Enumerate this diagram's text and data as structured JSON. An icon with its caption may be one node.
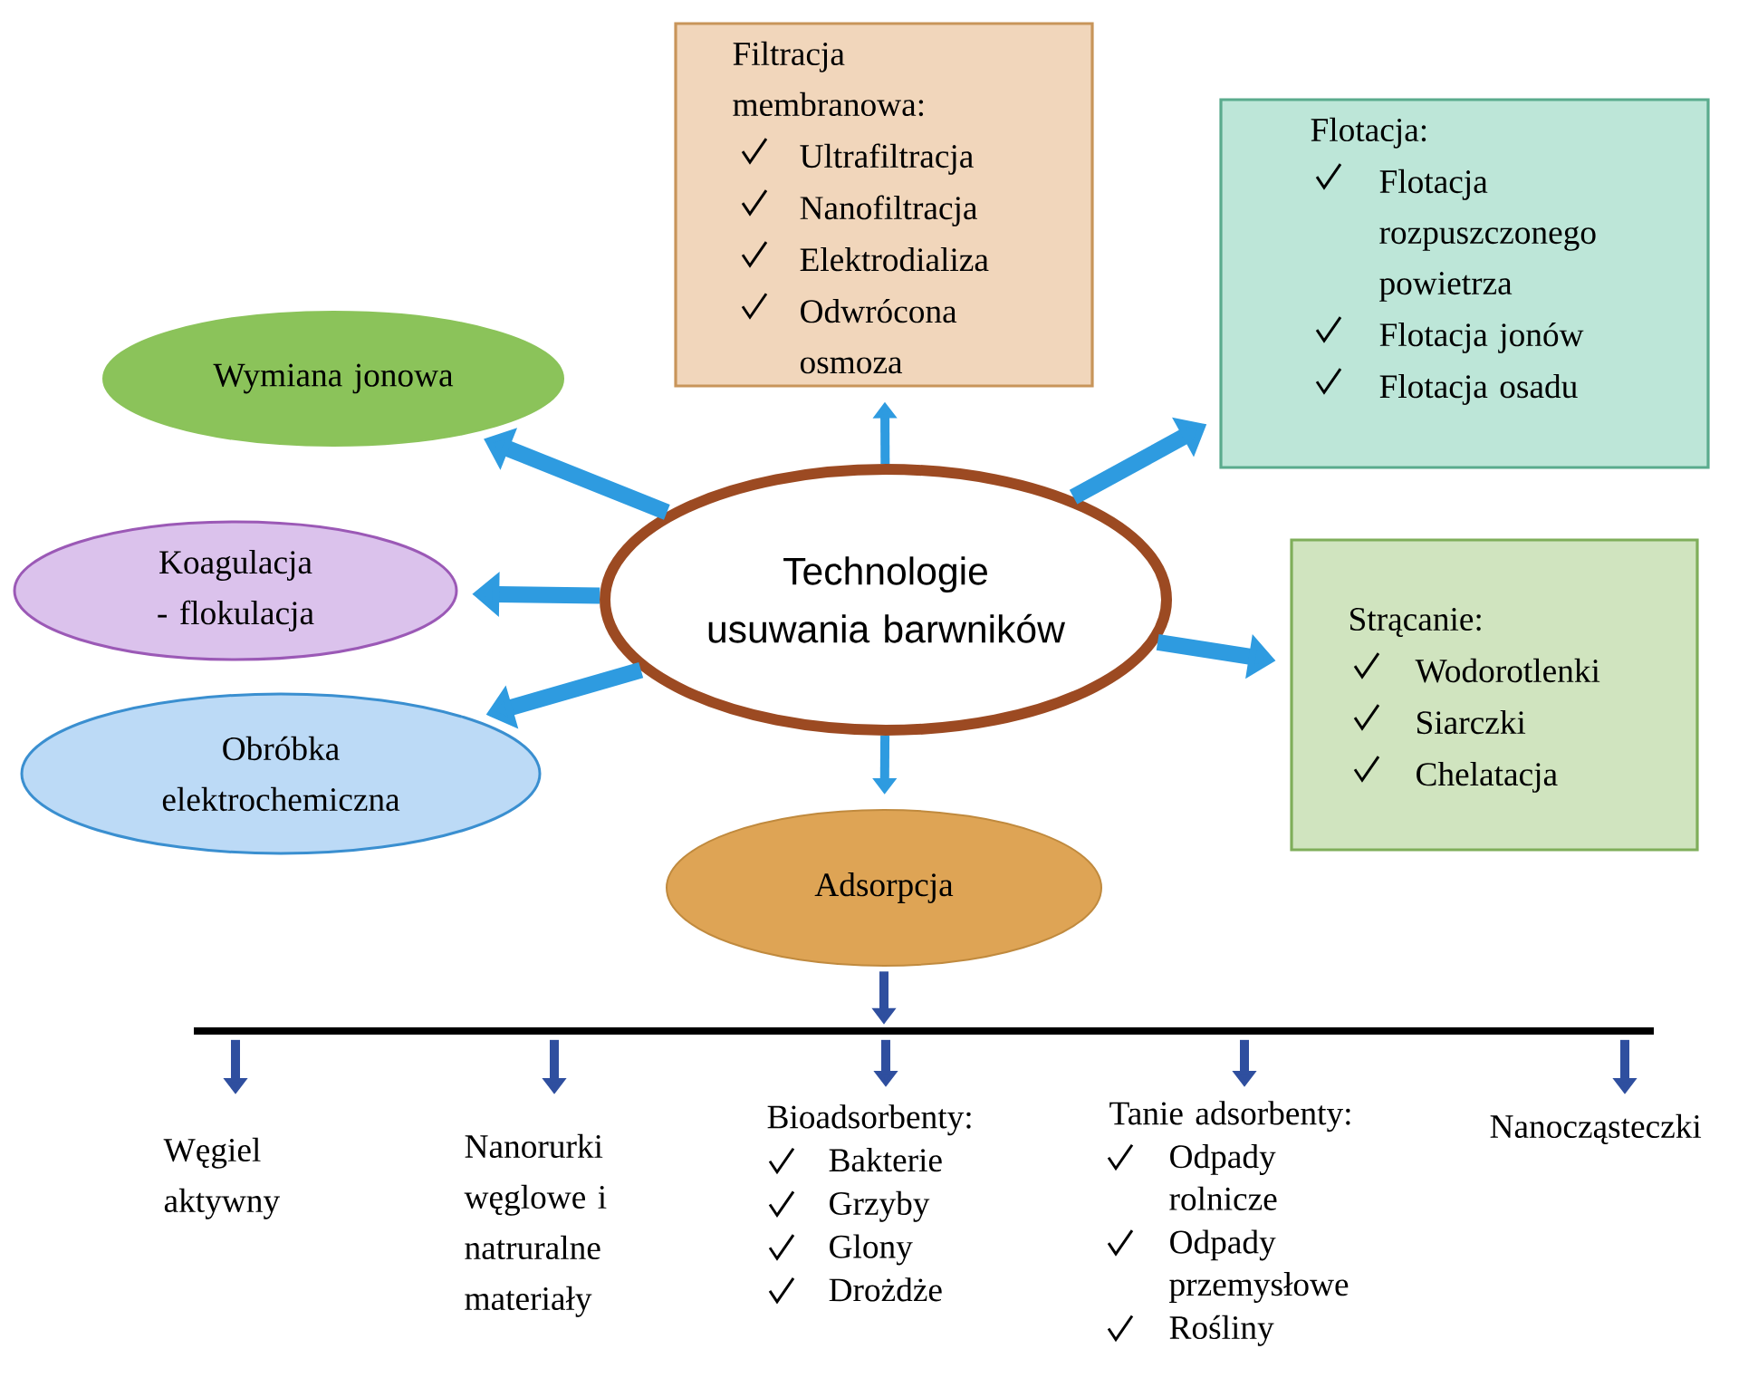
{
  "diagram": {
    "nodes": [
      {
        "text": [
          "Technologie usuwania barwników"
        ]
      },
      {
        "text": [
          "Filtracja membranowa:",
          "Ultrafiltracja",
          "Nanofiltracja",
          "Elektrodializa",
          "Odwrócona osmoza"
        ]
      },
      {
        "text": [
          "Flotacja:",
          "Flotacja rozpuszczonego powietrza",
          "Flotacja jonów",
          "Flotacja osadu"
        ]
      },
      {
        "text": [
          "Wymiana jonowa"
        ]
      },
      {
        "text": [
          "Koagulacja - flokulacja"
        ]
      },
      {
        "text": [
          "Strącanie:",
          "Wodorotlenki",
          "Siarczki",
          "Chelatacja"
        ]
      },
      {
        "text": [
          "Obróbka elektrochemiczna"
        ]
      },
      {
        "text": [
          "Adsorpcja"
        ]
      },
      {
        "text": [],
        "shape": "bar"
      },
      {
        "text": [
          "Węgiel aktywny"
        ]
      },
      {
        "text": [
          "Nanorurki węglowe i natruralne materiały"
        ]
      },
      {
        "text": [
          "Bioadsorbenty:",
          "Bakterie",
          "Grzyby",
          "Glony",
          "Drożdże"
        ]
      },
      {
        "text": [
          "Tanie adsorbenty:",
          "Odpady rolnicze",
          "Odpady przemysłowe",
          "Rośliny"
        ]
      },
      {
        "text": [
          "Nanocząsteczki"
        ]
      }
    ],
    "edges": [
      {
        "from": 0,
        "to": 1,
        "arrow": "to"
      },
      {
        "from": 0,
        "to": 2,
        "arrow": "to",
        "style": "thick"
      },
      {
        "from": 0,
        "to": 3,
        "arrow": "to",
        "style": "thick"
      },
      {
        "from": 0,
        "to": 4,
        "arrow": "to",
        "style": "thick"
      },
      {
        "from": 0,
        "to": 5,
        "arrow": "to",
        "style": "thick"
      },
      {
        "from": 0,
        "to": 6,
        "arrow": "to",
        "style": "thick"
      },
      {
        "from": 0,
        "to": 7,
        "arrow": "to"
      },
      {
        "from": 7,
        "to": 8,
        "arrow": "to",
        "color": "#2f4f9f"
      },
      {
        "from": 8,
        "to": 9,
        "arrow": "to",
        "color": "#2f4f9f"
      },
      {
        "from": 8,
        "to": 10,
        "arrow": "to",
        "color": "#2f4f9f"
      },
      {
        "from": 8,
        "to": 11,
        "arrow": "to",
        "color": "#2f4f9f"
      },
      {
        "from": 8,
        "to": 12,
        "arrow": "to",
        "color": "#2f4f9f"
      },
      {
        "from": 8,
        "to": 13,
        "arrow": "to",
        "color": "#2f4f9f"
      }
    ]
  }
}
